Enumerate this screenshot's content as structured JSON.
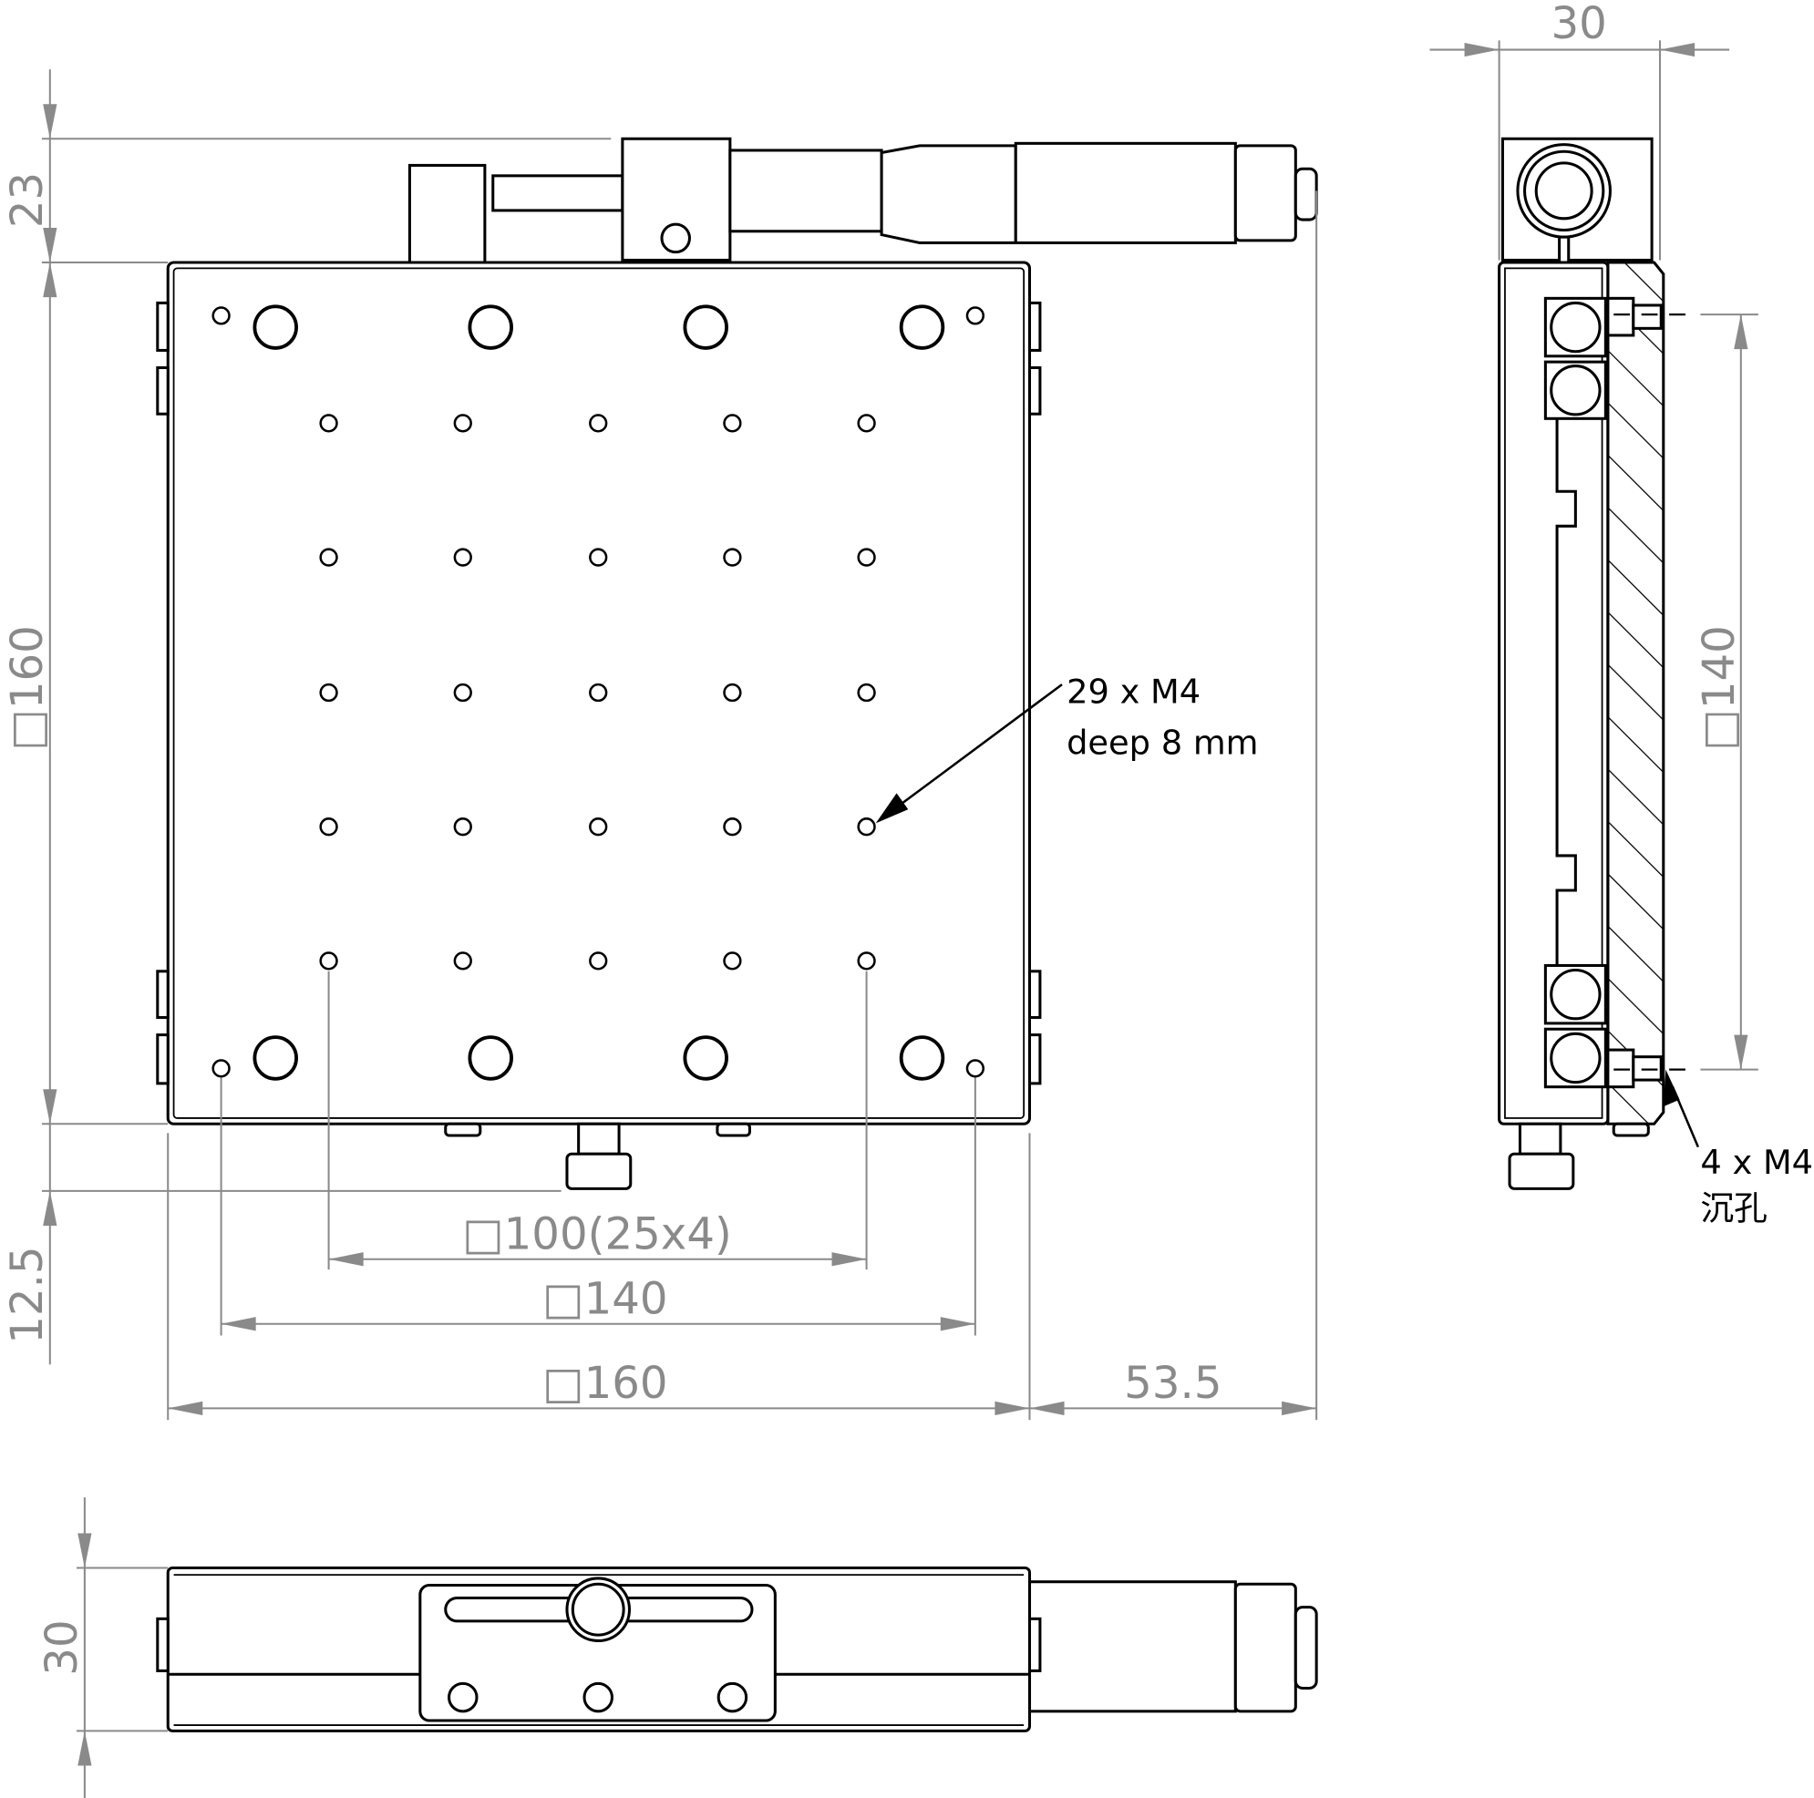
{
  "drawing": {
    "top_view": {
      "dim_micrometer_height": "23",
      "dim_plate_height": "□160",
      "dim_screw_offset": "12.5",
      "dim_hole_pattern": "□100(25x4)",
      "dim_mount_holes": "□140",
      "dim_plate_width": "□160",
      "dim_micrometer_extension": "53.5",
      "callout_line1": "29 x M4",
      "callout_line2": "deep 8 mm"
    },
    "side_view": {
      "dim_thickness": "30",
      "dim_hole_spacing": "□140",
      "callout_line1": "4 x M4",
      "callout_line2": "沉孔"
    },
    "front_view": {
      "dim_height": "30"
    },
    "colors": {
      "line": "#000000",
      "dimension": "#8a8a8a"
    }
  }
}
